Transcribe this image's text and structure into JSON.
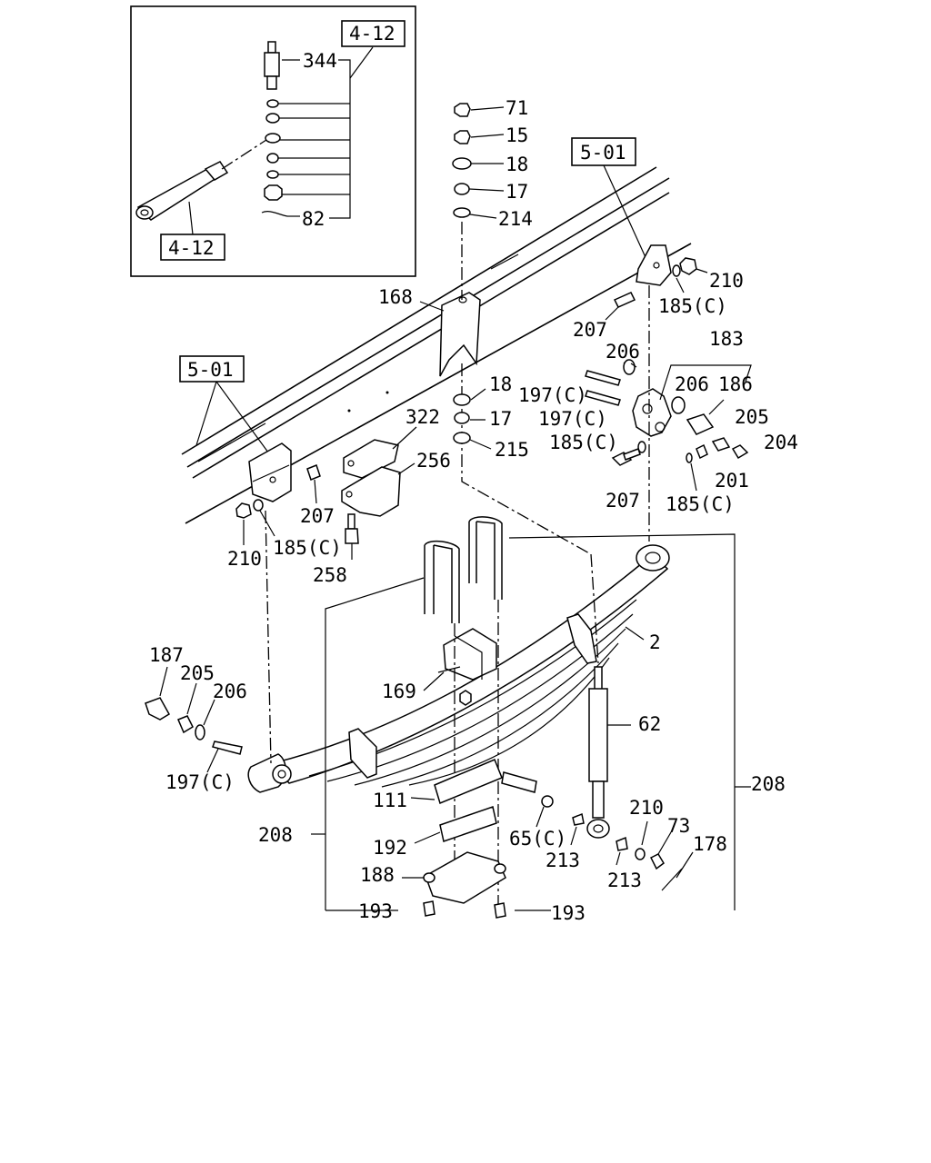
{
  "ref_boxes": [
    "4-12",
    "4-12",
    "5-01",
    "5-01"
  ],
  "labels": {
    "l344": "344",
    "l82": "82",
    "l71": "71",
    "l15": "15",
    "l18a": "18",
    "l17a": "17",
    "l214": "214",
    "l210a": "210",
    "l185a": "185(C)",
    "l168": "168",
    "l207a": "207",
    "l206a": "206",
    "l183": "183",
    "l197a": "197(C)",
    "l206b": "206",
    "l186": "186",
    "l18b": "18",
    "l197b": "197(C)",
    "l205a": "205",
    "l17b": "17",
    "l322": "322",
    "l185b": "185(C)",
    "l204": "204",
    "l215": "215",
    "l256": "256",
    "l201": "201",
    "l207b": "207",
    "l185c": "185(C)",
    "l207c": "207",
    "l210b": "210",
    "l185d": "185(C)",
    "l258": "258",
    "l2": "2",
    "l187": "187",
    "l205b": "205",
    "l169": "169",
    "l206c": "206",
    "l62": "62",
    "l197c": "197(C)",
    "l208a": "208",
    "l111": "111",
    "l210c": "210",
    "l73": "73",
    "l65": "65(C)",
    "l178": "178",
    "l208b": "208",
    "l192": "192",
    "l213a": "213",
    "l213b": "213",
    "l188": "188",
    "l193a": "193",
    "l193b": "193"
  }
}
